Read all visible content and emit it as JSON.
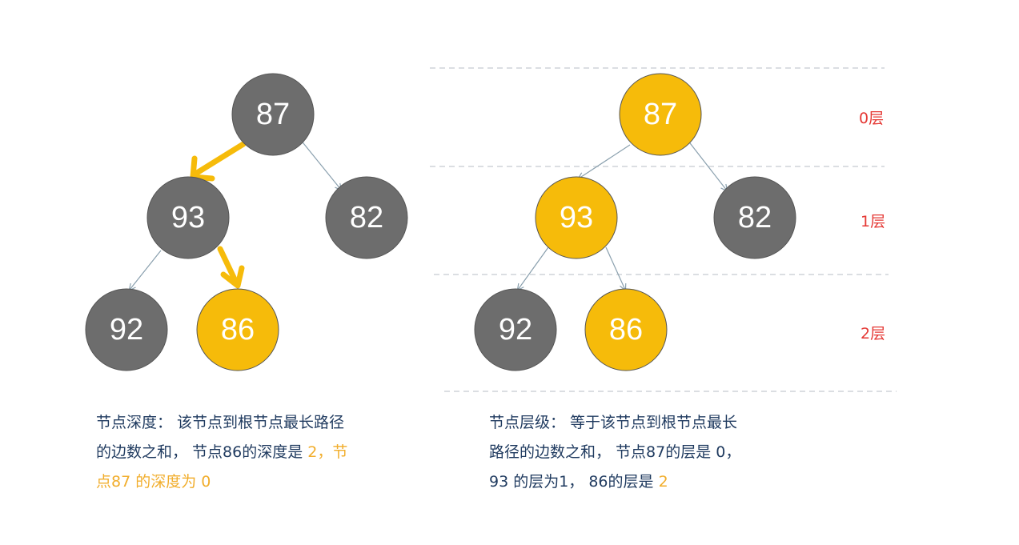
{
  "colors": {
    "node_default": "#6d6d6d",
    "node_highlight": "#f6bb0a",
    "node_text": "#ffffff",
    "edge": "#8aa0ae",
    "path_arrow": "#f6bb0a",
    "level_text": "#e53935",
    "caption_text": "#1f3a5f",
    "caption_highlight": "#f1ad2b",
    "divider": "#cfd4d8"
  },
  "depth_tree": {
    "nodes": [
      {
        "id": "87",
        "label": "87",
        "highlighted": false
      },
      {
        "id": "93",
        "label": "93",
        "highlighted": false
      },
      {
        "id": "82",
        "label": "82",
        "highlighted": false
      },
      {
        "id": "92",
        "label": "92",
        "highlighted": false
      },
      {
        "id": "86",
        "label": "86",
        "highlighted": true
      }
    ],
    "edges": [
      {
        "from": "87",
        "to": "93",
        "style": "path-arrow"
      },
      {
        "from": "87",
        "to": "82",
        "style": "thin"
      },
      {
        "from": "93",
        "to": "92",
        "style": "thin"
      },
      {
        "from": "93",
        "to": "86",
        "style": "path-arrow"
      }
    ]
  },
  "level_tree": {
    "nodes": [
      {
        "id": "87",
        "label": "87",
        "highlighted": true
      },
      {
        "id": "93",
        "label": "93",
        "highlighted": true
      },
      {
        "id": "82",
        "label": "82",
        "highlighted": false
      },
      {
        "id": "92",
        "label": "92",
        "highlighted": false
      },
      {
        "id": "86",
        "label": "86",
        "highlighted": true
      }
    ],
    "edges": [
      {
        "from": "87",
        "to": "93",
        "style": "thin"
      },
      {
        "from": "87",
        "to": "82",
        "style": "thin"
      },
      {
        "from": "93",
        "to": "92",
        "style": "thin"
      },
      {
        "from": "93",
        "to": "86",
        "style": "thin"
      }
    ]
  },
  "levels": [
    "0层",
    "1层",
    "2层"
  ],
  "captions": {
    "depth": {
      "line1": "节点深度： 该节点到根节点最长路径",
      "line2_text": "的边数之和， 节点86的深度是 ",
      "line2_value": "2，节",
      "line3": "点87 的深度为 0"
    },
    "level": {
      "line1": "节点层级： 等于该节点到根节点最长",
      "line2": "路径的边数之和， 节点87的层是 0，",
      "line3_text": "93 的层为1， 86的层是 ",
      "line3_value": "2"
    }
  }
}
